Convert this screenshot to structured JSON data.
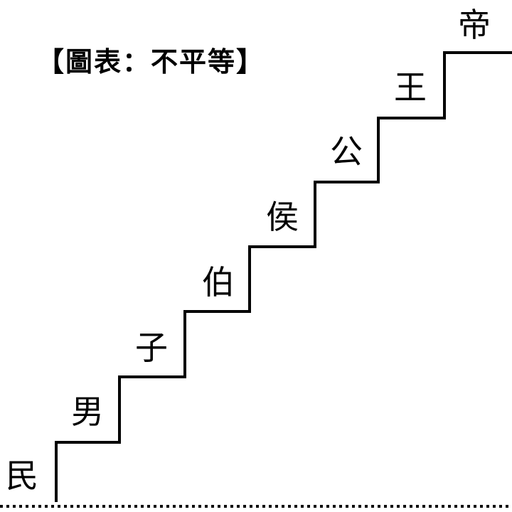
{
  "title": "【圖表：不平等】",
  "ranks": [
    "民",
    "男",
    "子",
    "伯",
    "侯",
    "公",
    "王",
    "帝"
  ],
  "colors": {
    "line": "#000000",
    "background": "#ffffff"
  }
}
